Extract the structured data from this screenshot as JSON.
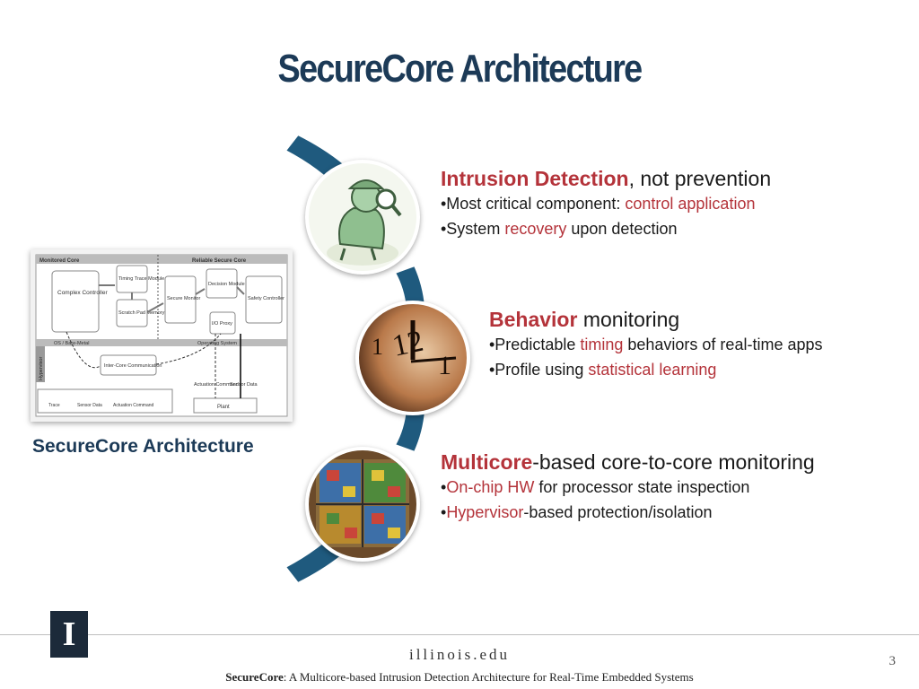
{
  "slide": {
    "title": "SecureCore Architecture",
    "page_number": "3",
    "domain": "illinois.edu",
    "logo_letter": "I",
    "footnote_bold": "SecureCore",
    "footnote_rest": ": A Multicore-based Intrusion Detection Architecture for Real-Time Embedded Systems"
  },
  "diagram": {
    "caption": "SecureCore Architecture",
    "labels": {
      "monitored_core": "Monitored Core",
      "reliable_secure_core": "Reliable Secure Core",
      "complex_controller": "Complex Controller",
      "timing_trace_module": "Timing Trace Module",
      "scratch_pad_memory": "Scratch Pad Memory",
      "secure_monitor": "Secure Monitor",
      "decision_module": "Decision Module",
      "safety_controller": "Safety Controller",
      "io_proxy": "I/O Proxy",
      "os_bare_metal": "OS / Bare-Metal",
      "operating_system": "Operating System",
      "hypervisor": "Hypervisor",
      "inter_core_communication": "Inter-Core Communication",
      "actuation_command": "Actuation Command",
      "sensor_data": "Sensor Data",
      "plant": "Plant",
      "legend_trace": "Trace",
      "legend_sensor": "Sensor Data",
      "legend_actuation": "Actuation Command"
    }
  },
  "sections": [
    {
      "head_red": "Intrusion Detection",
      "head_rest": ", not prevention",
      "items": [
        {
          "pre": "•Most critical component: ",
          "red": "control application",
          "post": ""
        },
        {
          "pre": "•System ",
          "red": "recovery",
          "post": " upon detection"
        }
      ]
    },
    {
      "head_red": "Behavior",
      "head_rest": " monitoring",
      "items": [
        {
          "pre": "•Predictable ",
          "red": "timing",
          "post": " behaviors of real-time apps"
        },
        {
          "pre": "•Profile using ",
          "red": "statistical learning",
          "post": ""
        }
      ]
    },
    {
      "head_red": "Multicore",
      "head_rest": "-based core-to-core monitoring",
      "items": [
        {
          "pre": "•",
          "red": "On-chip HW",
          "post": " for processor state inspection"
        },
        {
          "pre": "•",
          "red": "Hypervisor",
          "post": "-based protection/isolation"
        }
      ]
    }
  ],
  "colors": {
    "title": "#1c3a57",
    "accent_red": "#b4333a",
    "arc": "#1f5a7e"
  },
  "icons": [
    "detective-icon",
    "clock-icon",
    "chip-icon"
  ]
}
